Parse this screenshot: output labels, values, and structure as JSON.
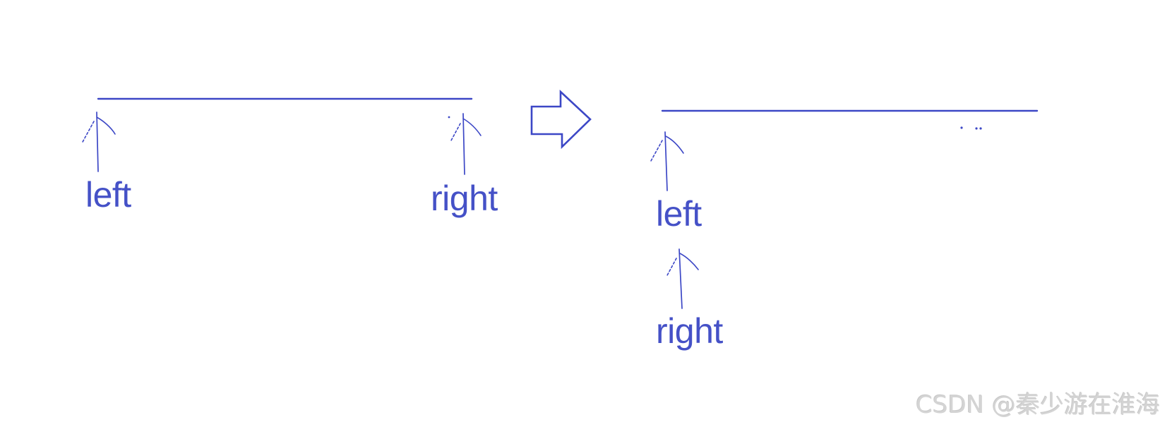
{
  "colors": {
    "ink_blue": "#3c47c6",
    "label_blue": "#4551c7",
    "watermark_gray": "#d4d4d4",
    "background": "#ffffff"
  },
  "before_state": {
    "left_pointer_label": "left",
    "right_pointer_label": "right"
  },
  "after_state": {
    "left_pointer_label": "left",
    "right_pointer_label": "right"
  },
  "icons": {
    "pointer": "up-arrow-icon",
    "transition": "block-arrow-right-icon"
  },
  "watermark": {
    "text": "CSDN @秦少游在淮海"
  }
}
